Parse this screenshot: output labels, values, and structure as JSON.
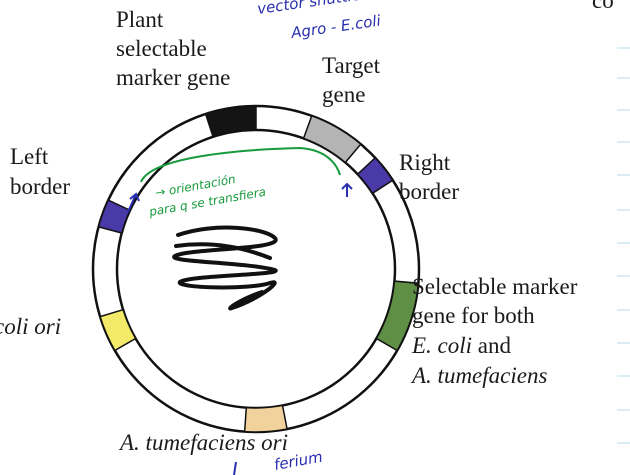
{
  "labels": {
    "plant_marker": [
      "Plant",
      "selectable",
      "marker gene"
    ],
    "target_gene": [
      "Target",
      "gene"
    ],
    "left_border": [
      "Left",
      "border"
    ],
    "right_border": [
      "Right",
      "border"
    ],
    "ecoli_ori": "coli ori",
    "selectable_both": [
      "Selectable marker",
      "gene for both"
    ],
    "ecoli_and_part1": "E. coli",
    "ecoli_and_part2": " and",
    "atum": "A. tumefaciens",
    "atum_ori": "A. tumefaciens ori"
  },
  "handwriting": {
    "top_blue_1": "vector shuttle",
    "top_blue_2": "Agro - E.coli",
    "top_right": "co",
    "green_1": "→ orientación",
    "green_2": "para q se transfiera",
    "bottom_blue": "ferium"
  },
  "colors": {
    "plant_marker": "#141414",
    "target_gene": "#b4b4b4",
    "left_border": "#4a3aa8",
    "right_border": "#4a3aa8",
    "ecoli_ori": "#f3ea6a",
    "selectable_both": "#5e8f44",
    "atum_ori": "#f1d29c"
  }
}
